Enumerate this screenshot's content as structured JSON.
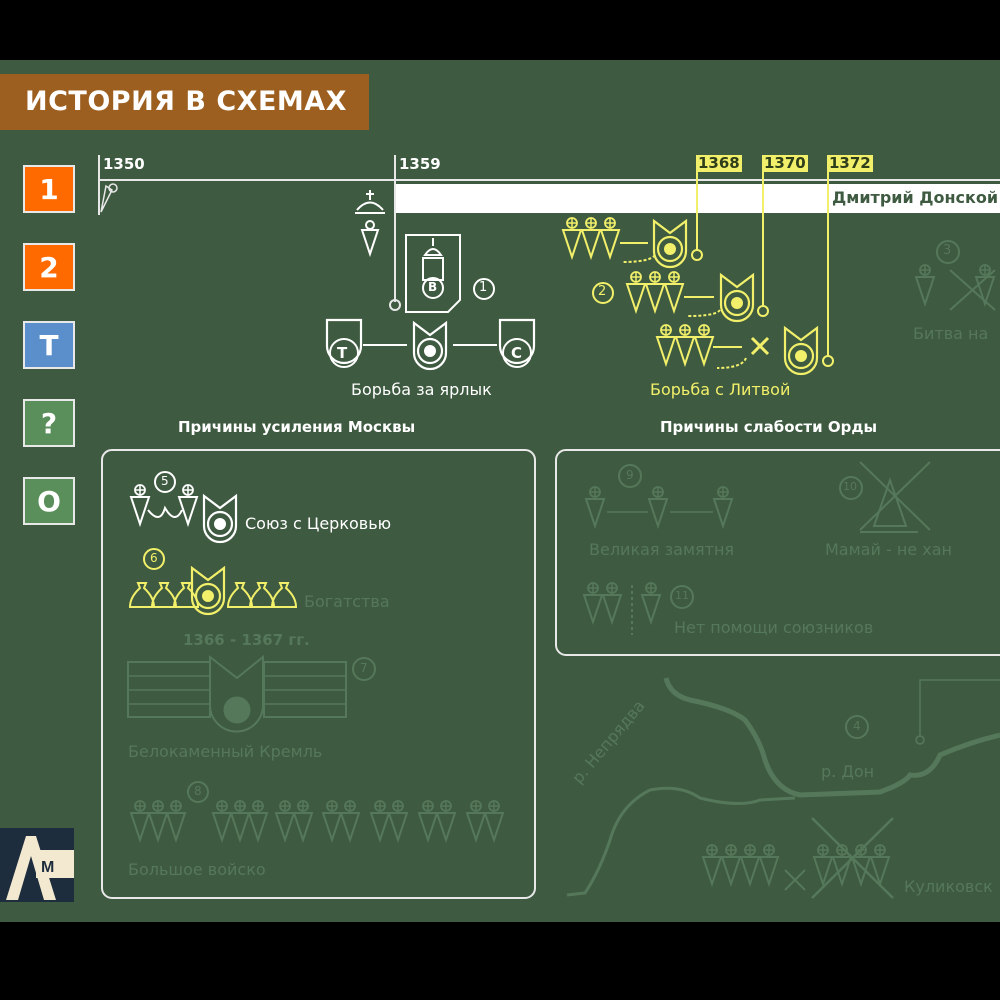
{
  "header": {
    "title": "ИСТОРИЯ В СХЕМАХ"
  },
  "nav": [
    {
      "label": "1",
      "color": "#ff6a00"
    },
    {
      "label": "2",
      "color": "#ff6a00"
    },
    {
      "label": "T",
      "color": "#5b8fcb"
    },
    {
      "label": "?",
      "color": "#5a8f5c"
    },
    {
      "label": "O",
      "color": "#5a8f5c"
    }
  ],
  "timeline": {
    "years": [
      "1350",
      "1359"
    ],
    "highlight_years": [
      "1368",
      "1370",
      "1372"
    ],
    "ruler": "Дмитрий Донской"
  },
  "events": {
    "yarlyk": {
      "label": "Борьба за ярлык",
      "num": "1",
      "letters": [
        "T",
        "B",
        "C"
      ]
    },
    "lithuania": {
      "label": "Борьба с Литвой",
      "num": "2"
    },
    "battle_vozha": {
      "label": "Битва на",
      "num": "3"
    },
    "kulikovo": {
      "label": "Куликовск",
      "num": "4",
      "rivers": [
        "р. Дон",
        "р. Непрядва"
      ]
    }
  },
  "moscow": {
    "heading": "Причины усиления Москвы",
    "items": [
      {
        "num": "5",
        "label": "Союз с Церковью"
      },
      {
        "num": "6",
        "label": "Богатства"
      },
      {
        "num": "7",
        "label": "Белокаменный Кремль",
        "date": "1366 - 1367 гг."
      },
      {
        "num": "8",
        "label": "Большое войско"
      }
    ]
  },
  "horde": {
    "heading": "Причины слабости Орды",
    "items": [
      {
        "num": "9",
        "label": "Великая замятня"
      },
      {
        "num": "10",
        "label": "Мамай - не хан"
      },
      {
        "num": "11",
        "label": "Нет помощи союзников"
      }
    ]
  },
  "logo": {
    "text": "AM"
  },
  "colors": {
    "bg": "#3e5a40",
    "yellow": "#f2f06a",
    "faded": "#56785a",
    "title": "#9c5f20"
  }
}
